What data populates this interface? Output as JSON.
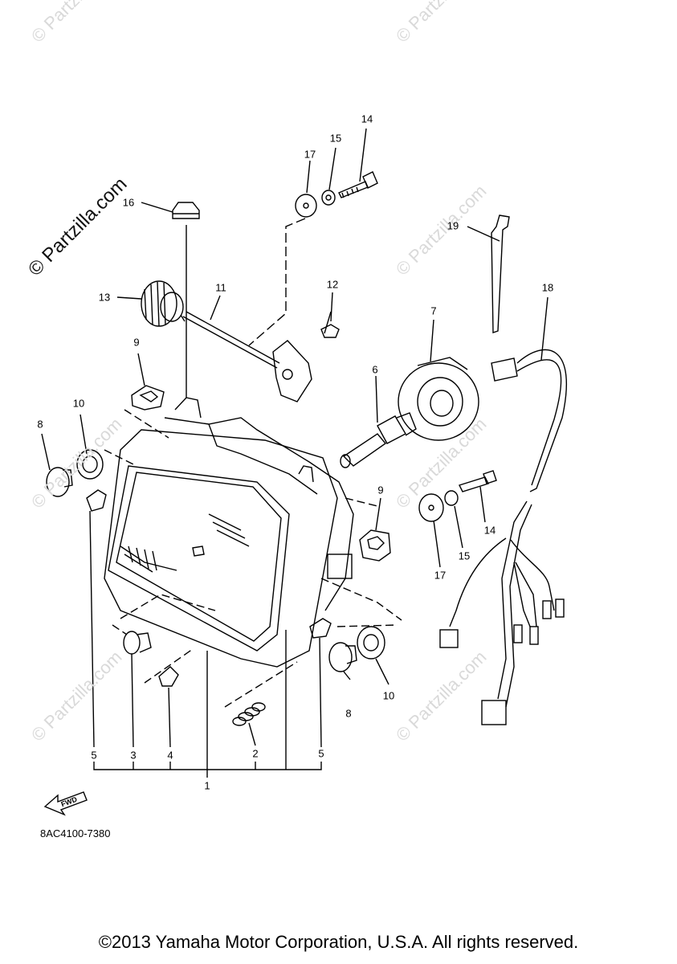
{
  "watermark": "© Partzilla.com",
  "callouts": [
    "14",
    "15",
    "17",
    "16",
    "19",
    "13",
    "11",
    "12",
    "18",
    "7",
    "9",
    "10",
    "8",
    "6",
    "9",
    "14",
    "15",
    "17",
    "5",
    "3",
    "4",
    "2",
    "5",
    "1",
    "8",
    "10"
  ],
  "fwd_label": "FWD",
  "diagram_code": "8AC4100-7380",
  "copyright": "©2013 Yamaha Motor Corporation, U.S.A. All rights reserved."
}
